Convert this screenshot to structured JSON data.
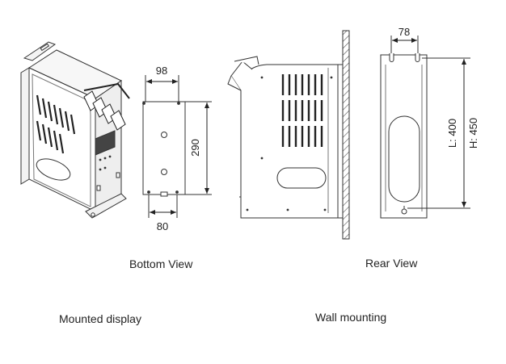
{
  "captions": {
    "bottom_view": "Bottom View",
    "rear_view": "Rear View",
    "mounted_display": "Mounted display",
    "wall_mounting": "Wall mounting"
  },
  "dimensions": {
    "bottom_top_width": "98",
    "bottom_height": "290",
    "bottom_base_width": "80",
    "rear_slot_spacing": "78",
    "rear_length": "L: 400",
    "rear_height": "H: 450"
  }
}
